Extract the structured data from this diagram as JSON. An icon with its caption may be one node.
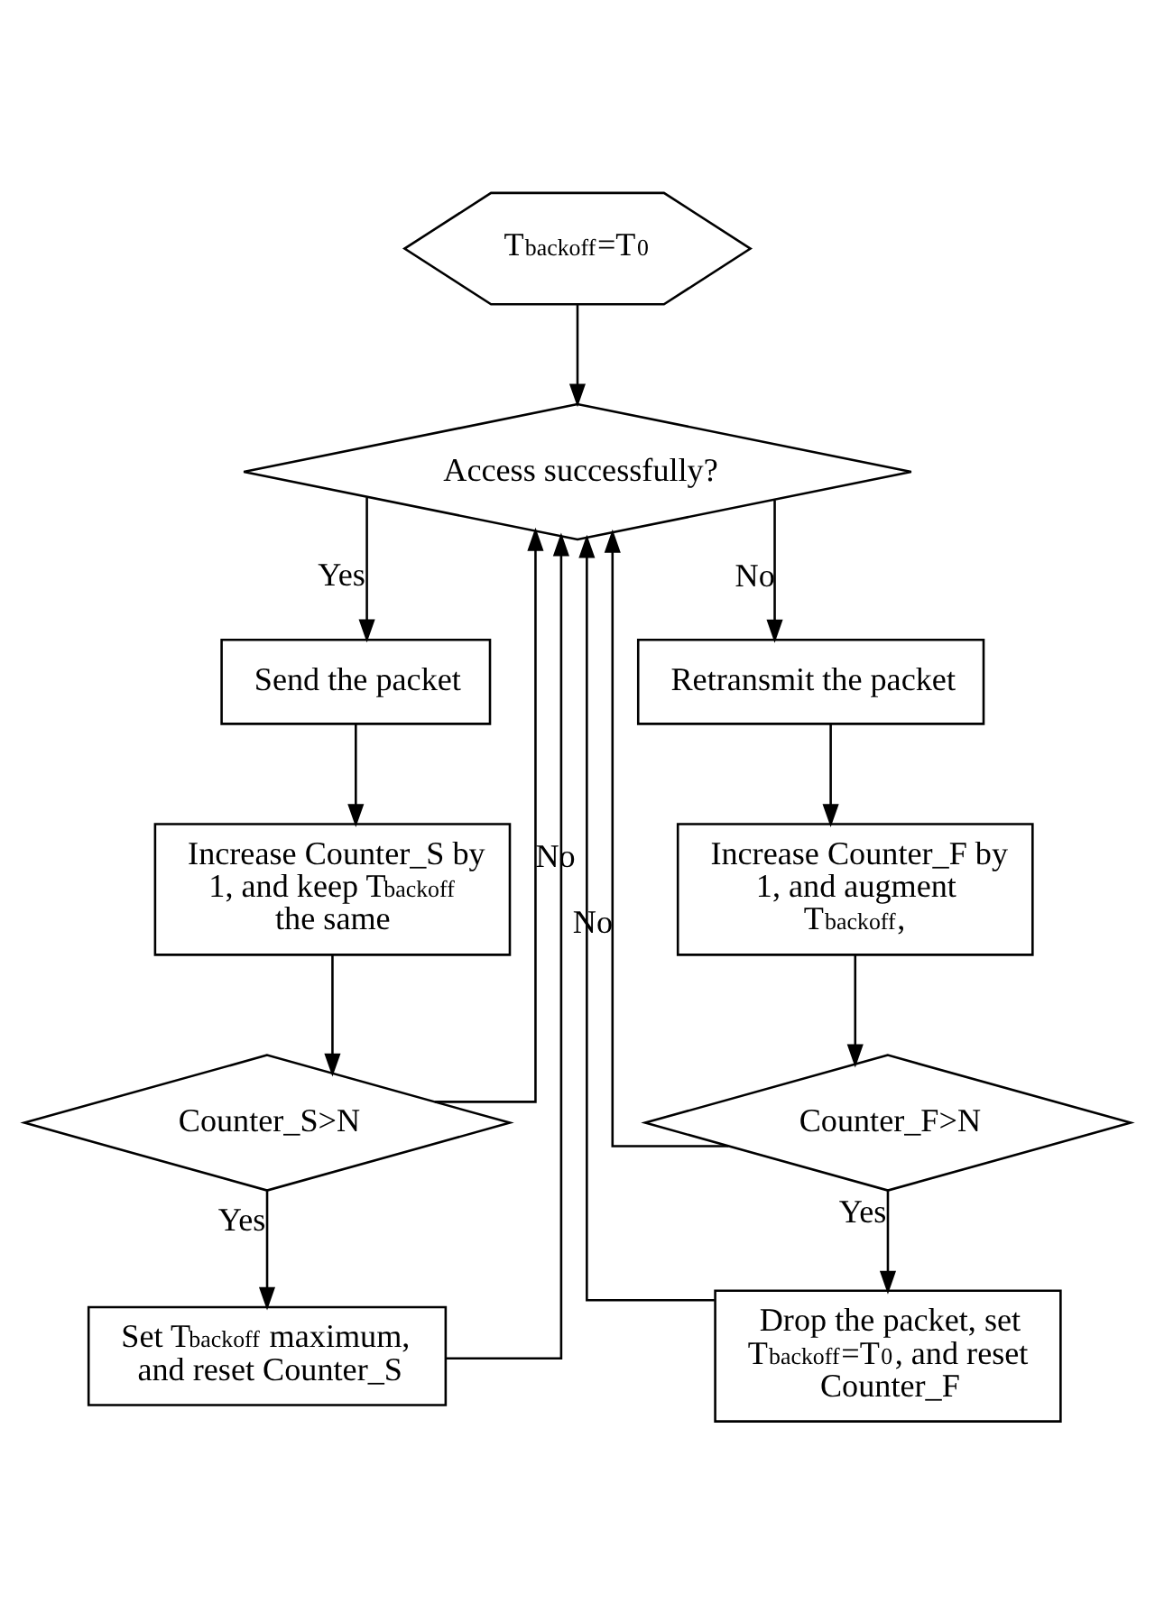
{
  "diagram": {
    "nodes": [
      {
        "text": [
          "T$_{backoff}$=T$_{0}$"
        ]
      },
      {
        "text": [
          "Access successfully?"
        ]
      },
      {
        "text": [
          "Send the packet"
        ]
      },
      {
        "text": [
          "Retransmit the packet"
        ]
      },
      {
        "text": [
          "Increase Counter_S by 1, and keep T$_{backoff}$ the same"
        ]
      },
      {
        "text": [
          "Increase Counter_F by 1, and augment T$_{backoff}$,"
        ]
      },
      {
        "text": [
          "Counter_S>N"
        ]
      },
      {
        "text": [
          "Counter_F>N"
        ]
      },
      {
        "text": [
          "Set T$_{backoff}$ maximum, and reset Counter_S"
        ]
      },
      {
        "text": [
          "Drop the packet, set T$_{backoff}$=T$_{0}$, and reset Counter_F"
        ]
      }
    ],
    "edges": [
      {
        "from": 0,
        "to": 1,
        "arrow": "to"
      },
      {
        "from": 1,
        "to": 2,
        "arrow": "to",
        "label": "Yes"
      },
      {
        "from": 1,
        "to": 3,
        "arrow": "to",
        "label": "No"
      },
      {
        "from": 2,
        "to": 4,
        "arrow": "to"
      },
      {
        "from": 3,
        "to": 5,
        "arrow": "to"
      },
      {
        "from": 4,
        "to": 6,
        "arrow": "to"
      },
      {
        "from": 5,
        "to": 7,
        "arrow": "to"
      },
      {
        "from": 6,
        "to": 8,
        "arrow": "to",
        "label": "Yes"
      },
      {
        "from": 7,
        "to": 9,
        "arrow": "to",
        "label": "Yes"
      },
      {
        "from": 6,
        "to": 1,
        "arrow": "to",
        "label": "No"
      },
      {
        "from": 8,
        "to": 1,
        "arrow": "to"
      },
      {
        "from": 7,
        "to": 1,
        "arrow": "to",
        "label": "No"
      },
      {
        "from": 9,
        "to": 1,
        "arrow": "to"
      }
    ]
  }
}
